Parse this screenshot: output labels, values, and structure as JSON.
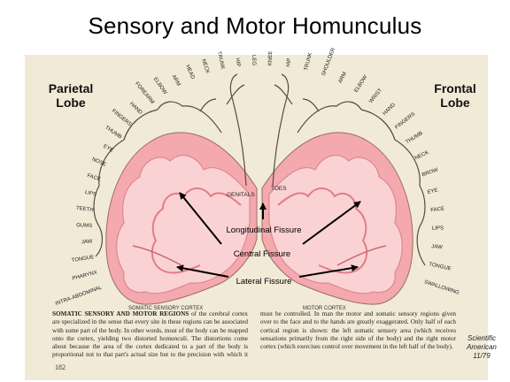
{
  "title": "Sensory and Motor Homunculus",
  "left_lobe": "Parietal\nLobe",
  "right_lobe": "Frontal\nLobe",
  "annotations": {
    "longitudinal": "Longitudinal Fissure",
    "central": "Central Fissure",
    "lateral": "Lateral Fissure"
  },
  "small_labels": {
    "genitals": "GENITALS",
    "toes": "TOES"
  },
  "cortex_labels": {
    "sensory": "SOMATIC SENSORY CORTEX",
    "motor": "MOTOR CORTEX"
  },
  "sensory_parts": [
    "INTRA-ABDOMINAL",
    "PHARYNX",
    "TONGUE",
    "JAW",
    "GUMS",
    "TEETH",
    "LIPS",
    "FACE",
    "NOSE",
    "EYE",
    "THUMB",
    "FINGERS",
    "HAND",
    "FOREARM",
    "ELBOW",
    "ARM",
    "HEAD",
    "NECK",
    "TRUNK",
    "HIP",
    "LEG"
  ],
  "motor_parts": [
    "KNEE",
    "HIP",
    "TRUNK",
    "SHOULDER",
    "ARM",
    "ELBOW",
    "WRIST",
    "HAND",
    "FINGERS",
    "THUMB",
    "NECK",
    "BROW",
    "EYE",
    "FACE",
    "LIPS",
    "JAW",
    "TONGUE",
    "SWALLOWING"
  ],
  "caption": {
    "lead": "SOMATIC SENSORY AND MOTOR REGIONS",
    "text": " of the cerebral cortex are specialized in the sense that every site in these regions can be associated with some part of the body. In other words, most of the body can be mapped onto the cortex, yielding two distorted homunculi. The distortions come about because the area of the cortex dedicated to a part of the body is proportional not to that part's actual size but to the precision with which it must be controlled. In man the motor and somatic sensory regions given over to the face and to the hands are greatly exaggerated. Only half of each cortical region is shown: the left somatic sensory area (which receives sensations primarily from the right side of the body) and the right motor cortex (which exercises control over movement in the left half of the body)."
  },
  "page_number": "182",
  "credit": "Scientific\nAmerican\n11/79"
}
